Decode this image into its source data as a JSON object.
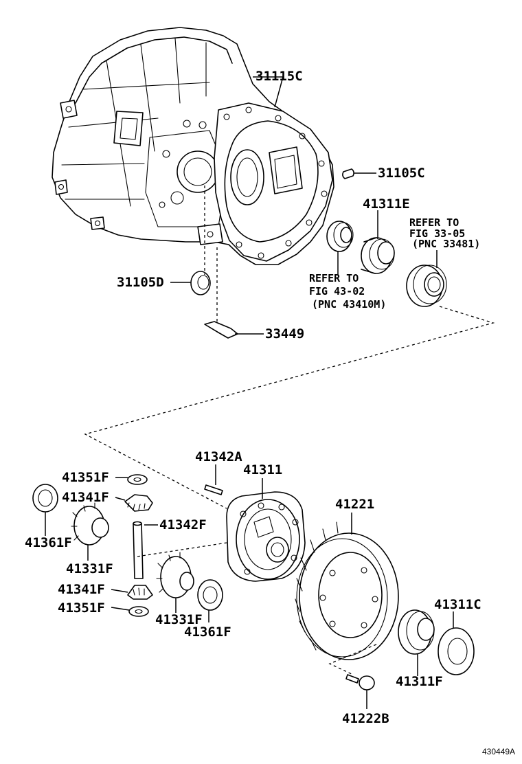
{
  "parts": {
    "p31115C": "31115C",
    "p31105C": "31105C",
    "p41311E": "41311E",
    "p31105D": "31105D",
    "p33449": "33449",
    "p41342A": "41342A",
    "p41311": "41311",
    "p41351F_top": "41351F",
    "p41341F_top": "41341F",
    "p41342F": "41342F",
    "p41361F_left": "41361F",
    "p41331F_left": "41331F",
    "p41221": "41221",
    "p41341F_bot": "41341F",
    "p41351F_bot": "41351F",
    "p41331F_mid": "41331F",
    "p41361F_mid": "41361F",
    "p41311C": "41311C",
    "p41311F": "41311F",
    "p41222B": "41222B"
  },
  "notes": {
    "ref_a_line1": "REFER TO",
    "ref_a_line2": "FIG 43-02",
    "ref_a_line3": "(PNC 43410M)",
    "ref_b_line1": "REFER TO",
    "ref_b_line2": "FIG 33-05",
    "ref_b_line3": "(PNC 33481)"
  },
  "figure_code": "430449A"
}
